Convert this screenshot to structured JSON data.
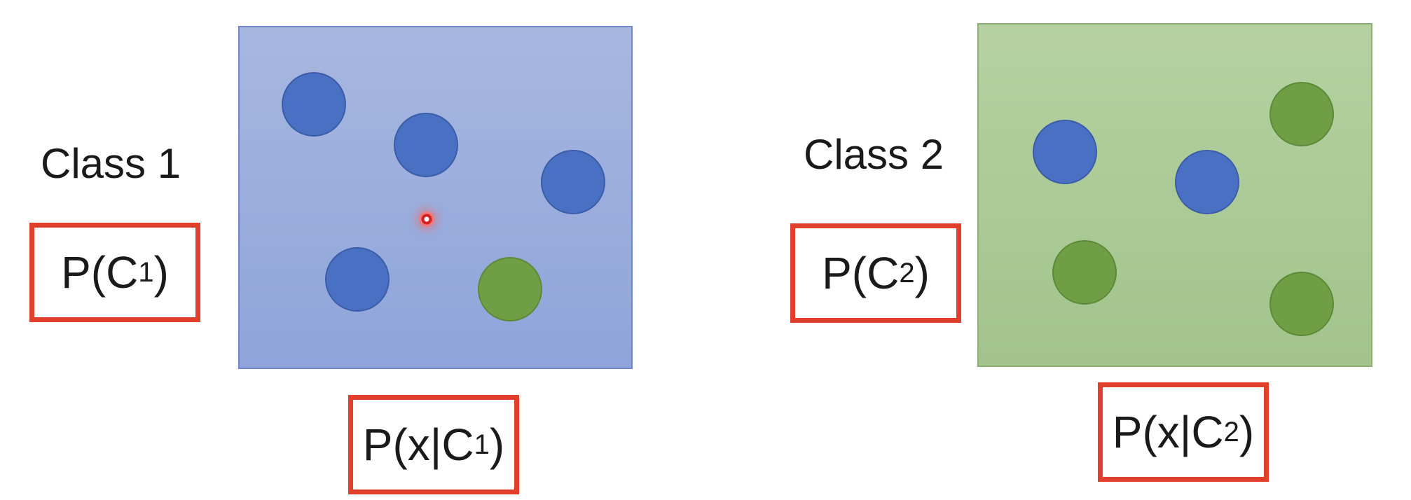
{
  "class1": {
    "label": "Class 1",
    "prior": {
      "main": "P(C",
      "sub": "1",
      "end": ")"
    },
    "likelihood": {
      "main": "P(x|C",
      "sub": "1",
      "end": ")"
    },
    "panel_color": "#9aaedc",
    "dots": [
      "blue",
      "blue",
      "blue",
      "blue",
      "green"
    ]
  },
  "class2": {
    "label": "Class 2",
    "prior": {
      "main": "P(C",
      "sub": "2",
      "end": ")"
    },
    "likelihood": {
      "main": "P(x|C",
      "sub": "2",
      "end": ")"
    },
    "panel_color": "#abca95",
    "dots": [
      "blue",
      "blue",
      "green",
      "green",
      "green"
    ]
  },
  "colors": {
    "box_border": "#e0402b",
    "blue_dot": "#4a70c4",
    "green_dot": "#6f9e44"
  }
}
